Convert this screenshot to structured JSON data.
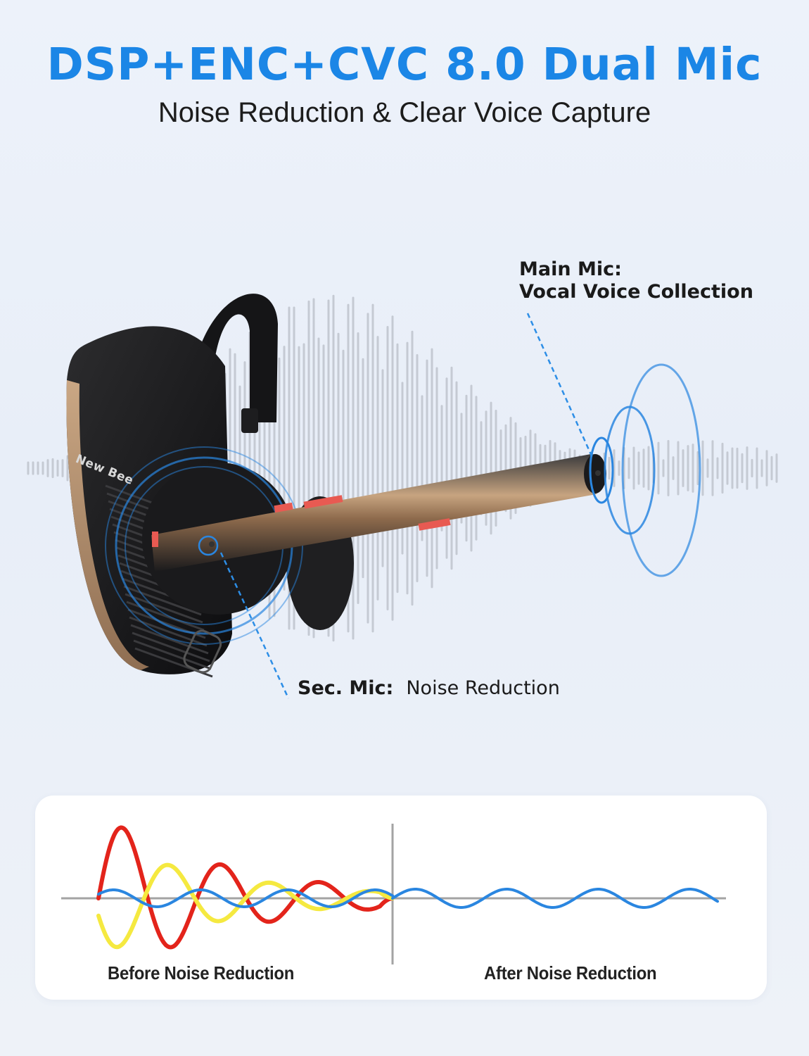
{
  "header": {
    "title": "DSP+ENC+CVC 8.0 Dual Mic",
    "subtitle": "Noise Reduction & Clear Voice Capture"
  },
  "product": {
    "brand_engraving": "New Bee"
  },
  "callouts": {
    "main_mic_title": "Main Mic:",
    "main_mic_desc": "Vocal Voice Collection",
    "sec_mic_title": "Sec. Mic:",
    "sec_mic_desc": "Noise Reduction"
  },
  "comparison": {
    "before_label": "Before Noise Reduction",
    "after_label": "After Noise Reduction"
  },
  "colors": {
    "title_blue": "#1b86e6",
    "wave_red": "#e3241b",
    "wave_yellow": "#f5e940",
    "wave_blue": "#2a86e0",
    "axis_gray": "#a3a3a3",
    "callout_line": "#2d8ee6"
  }
}
